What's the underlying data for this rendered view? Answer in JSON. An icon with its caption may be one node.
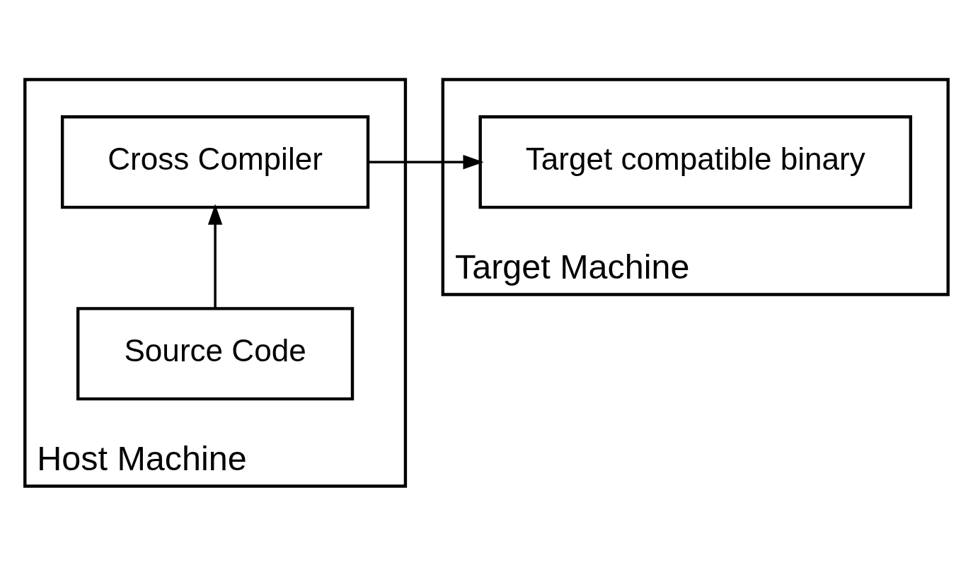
{
  "diagram": {
    "nodes": [
      {
        "text": [
          "Host Machine"
        ]
      },
      {
        "text": [
          "Cross Compiler"
        ],
        "in": 0
      },
      {
        "text": [
          "Source Code"
        ],
        "in": 0
      },
      {
        "text": [
          "Target Machine"
        ]
      },
      {
        "text": [
          "Target compatible binary"
        ],
        "in": 3
      }
    ],
    "edges": [
      {
        "from": 2,
        "to": 1,
        "arrow": "to"
      },
      {
        "from": 1,
        "to": 4,
        "arrow": "to"
      }
    ]
  }
}
